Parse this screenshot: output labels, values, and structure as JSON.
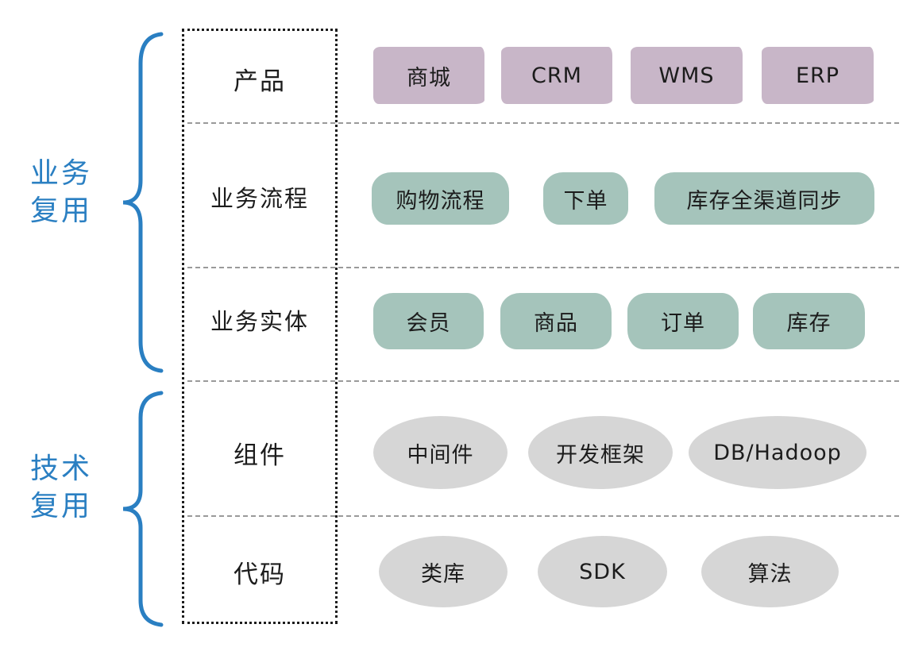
{
  "groups": [
    {
      "name": "business-reuse",
      "label_lines": [
        "业务",
        "复用"
      ]
    },
    {
      "name": "tech-reuse",
      "label_lines": [
        "技术",
        "复用"
      ]
    }
  ],
  "rows": [
    {
      "label": "产品",
      "shape": "rect",
      "items": [
        "商城",
        "CRM",
        "WMS",
        "ERP"
      ]
    },
    {
      "label": "业务流程",
      "shape": "pill",
      "items": [
        "购物流程",
        "下单",
        "库存全渠道同步"
      ]
    },
    {
      "label": "业务实体",
      "shape": "pill",
      "items": [
        "会员",
        "商品",
        "订单",
        "库存"
      ]
    },
    {
      "label": "组件",
      "shape": "ellipse",
      "items": [
        "中间件",
        "开发框架",
        "DB/Hadoop"
      ]
    },
    {
      "label": "代码",
      "shape": "ellipse",
      "items": [
        "类库",
        "SDK",
        "算法"
      ]
    }
  ],
  "colors": {
    "product_fill": "#c8b6c8",
    "process_fill": "#a5c4bb",
    "component_fill": "#d6d6d6",
    "brace_blue": "#2a7fc2",
    "text": "#1c1c1c",
    "separator": "#9a9a9a"
  }
}
